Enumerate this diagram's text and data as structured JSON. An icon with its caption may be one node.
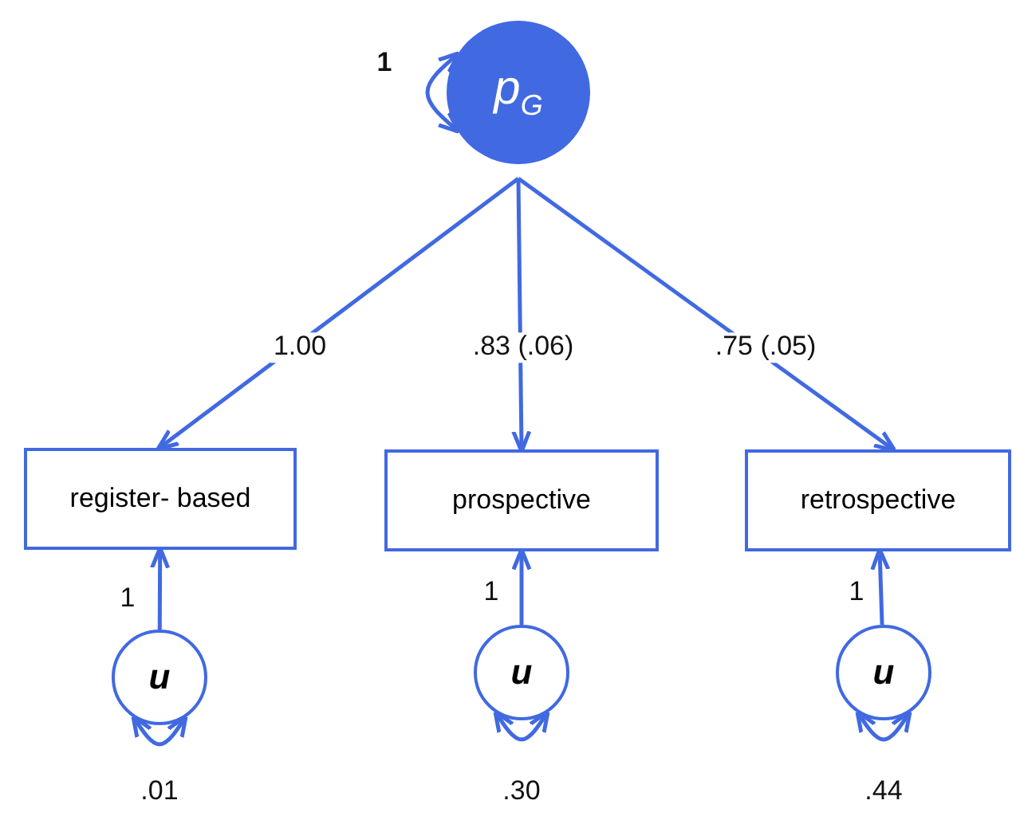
{
  "diagram": {
    "nodes": [
      {
        "text": [
          "p$_{G}$"
        ]
      },
      {
        "text": [
          "register- based"
        ]
      },
      {
        "text": [
          "prospective"
        ]
      },
      {
        "text": [
          "retrospective"
        ]
      },
      {
        "text": [
          "u"
        ]
      },
      {
        "text": [
          "u"
        ]
      },
      {
        "text": [
          "u"
        ]
      }
    ],
    "edges": [
      {
        "from": 0,
        "to": 0,
        "arrow": "both",
        "label": "1"
      },
      {
        "from": 0,
        "to": 1,
        "arrow": "to",
        "label": "1.00"
      },
      {
        "from": 0,
        "to": 2,
        "arrow": "to",
        "label": ".83 (.06)"
      },
      {
        "from": 0,
        "to": 3,
        "arrow": "to",
        "label": ".75 (.05)"
      },
      {
        "from": 4,
        "to": 1,
        "arrow": "to",
        "label": "1"
      },
      {
        "from": 5,
        "to": 2,
        "arrow": "to",
        "label": "1"
      },
      {
        "from": 6,
        "to": 3,
        "arrow": "to",
        "label": "1"
      },
      {
        "from": 4,
        "to": 4,
        "arrow": "both",
        "label": ".01"
      },
      {
        "from": 5,
        "to": 5,
        "arrow": "both",
        "label": ".30"
      },
      {
        "from": 6,
        "to": 6,
        "arrow": "both",
        "label": ".44"
      }
    ]
  }
}
